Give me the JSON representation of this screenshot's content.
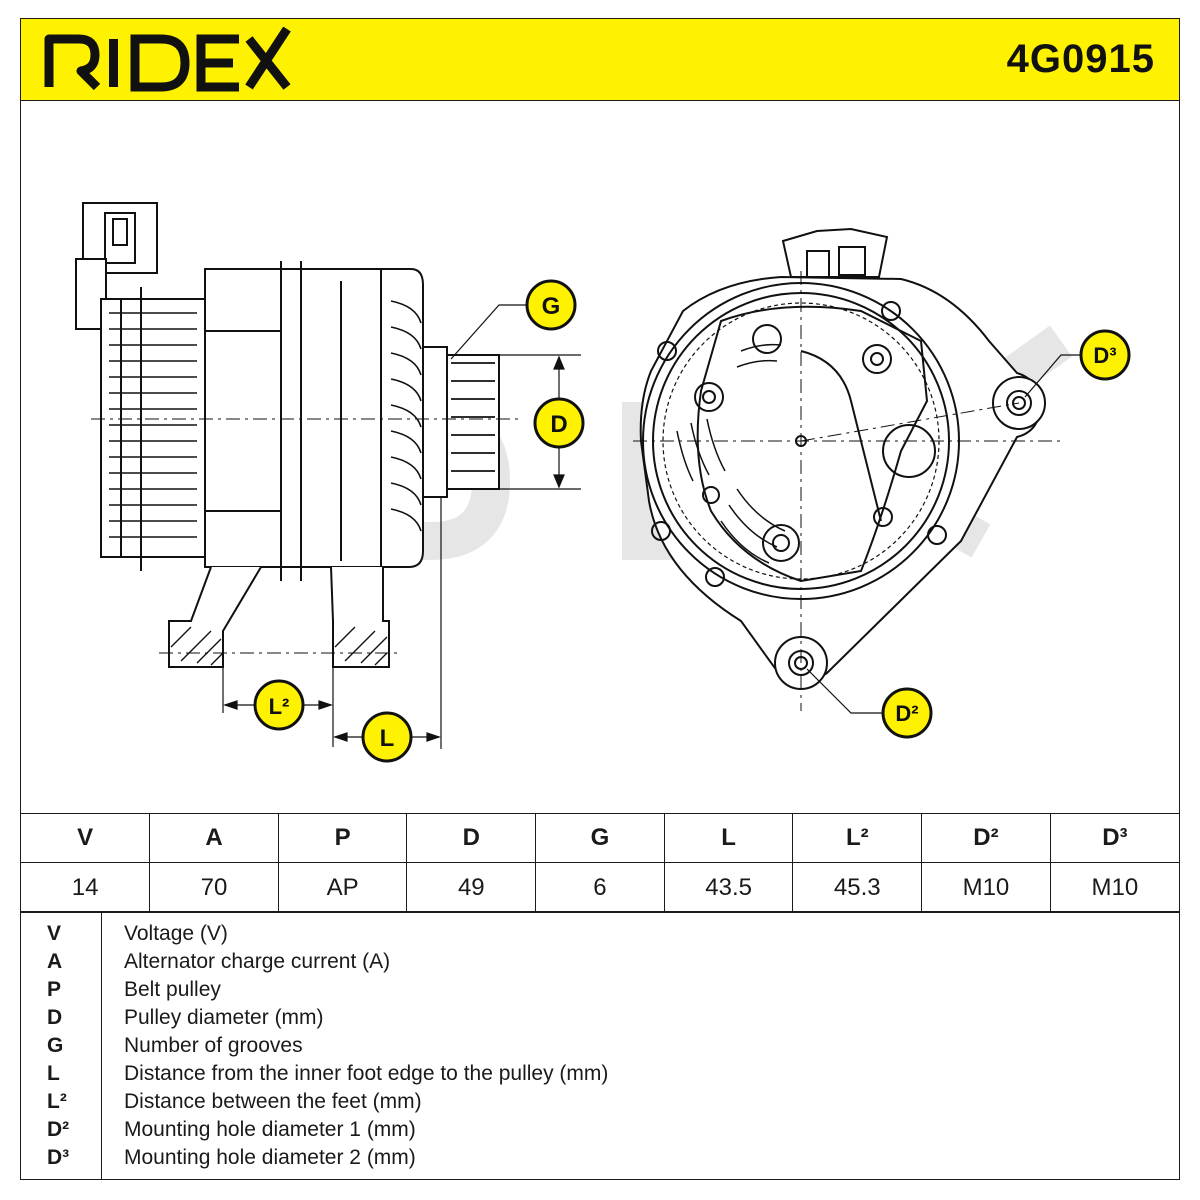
{
  "header": {
    "brand": "RIDEX",
    "part_number": "4G0915",
    "background_color": "#fff200"
  },
  "drawing": {
    "subject": "alternator",
    "callouts": [
      {
        "id": "G",
        "text": "G"
      },
      {
        "id": "D",
        "text": "D"
      },
      {
        "id": "L2",
        "text": "L²"
      },
      {
        "id": "L",
        "text": "L"
      },
      {
        "id": "D3",
        "text": "D³"
      },
      {
        "id": "D2",
        "text": "D²"
      }
    ],
    "watermark": "RIDEX"
  },
  "specs": {
    "headers": [
      "V",
      "A",
      "P",
      "D",
      "G",
      "L",
      "L²",
      "D²",
      "D³"
    ],
    "values": [
      "14",
      "70",
      "AP",
      "49",
      "6",
      "43.5",
      "45.3",
      "M10",
      "M10"
    ]
  },
  "legend": [
    {
      "symbol": "V",
      "description": "Voltage (V)"
    },
    {
      "symbol": "A",
      "description": "Alternator charge current (A)"
    },
    {
      "symbol": "P",
      "description": "Belt pulley"
    },
    {
      "symbol": "D",
      "description": "Pulley diameter (mm)"
    },
    {
      "symbol": "G",
      "description": "Number of grooves"
    },
    {
      "symbol": "L",
      "description": "Distance from the inner foot edge to the pulley (mm)"
    },
    {
      "symbol": "L²",
      "description": "Distance between the feet (mm)"
    },
    {
      "symbol": "D²",
      "description": "Mounting hole diameter 1 (mm)"
    },
    {
      "symbol": "D³",
      "description": "Mounting hole diameter 2 (mm)"
    }
  ]
}
